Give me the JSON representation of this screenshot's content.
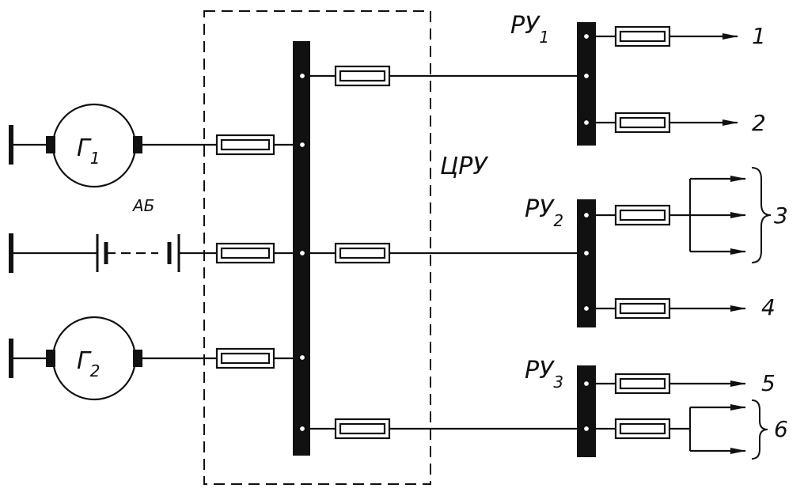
{
  "colors": {
    "ink": "#111111",
    "paper": "#ffffff"
  },
  "labels": {
    "central_panel": "ЦРУ",
    "battery": "АБ",
    "gen1_main": "Г",
    "gen1_sub": "1",
    "gen2_main": "Г",
    "gen2_sub": "2",
    "ru1_main": "РУ",
    "ru1_sub": "1",
    "ru2_main": "РУ",
    "ru2_sub": "2",
    "ru3_main": "РУ",
    "ru3_sub": "3"
  },
  "outputs": {
    "o1": "1",
    "o2": "2",
    "o3": "3",
    "o4": "4",
    "o5": "5",
    "o6": "6"
  }
}
